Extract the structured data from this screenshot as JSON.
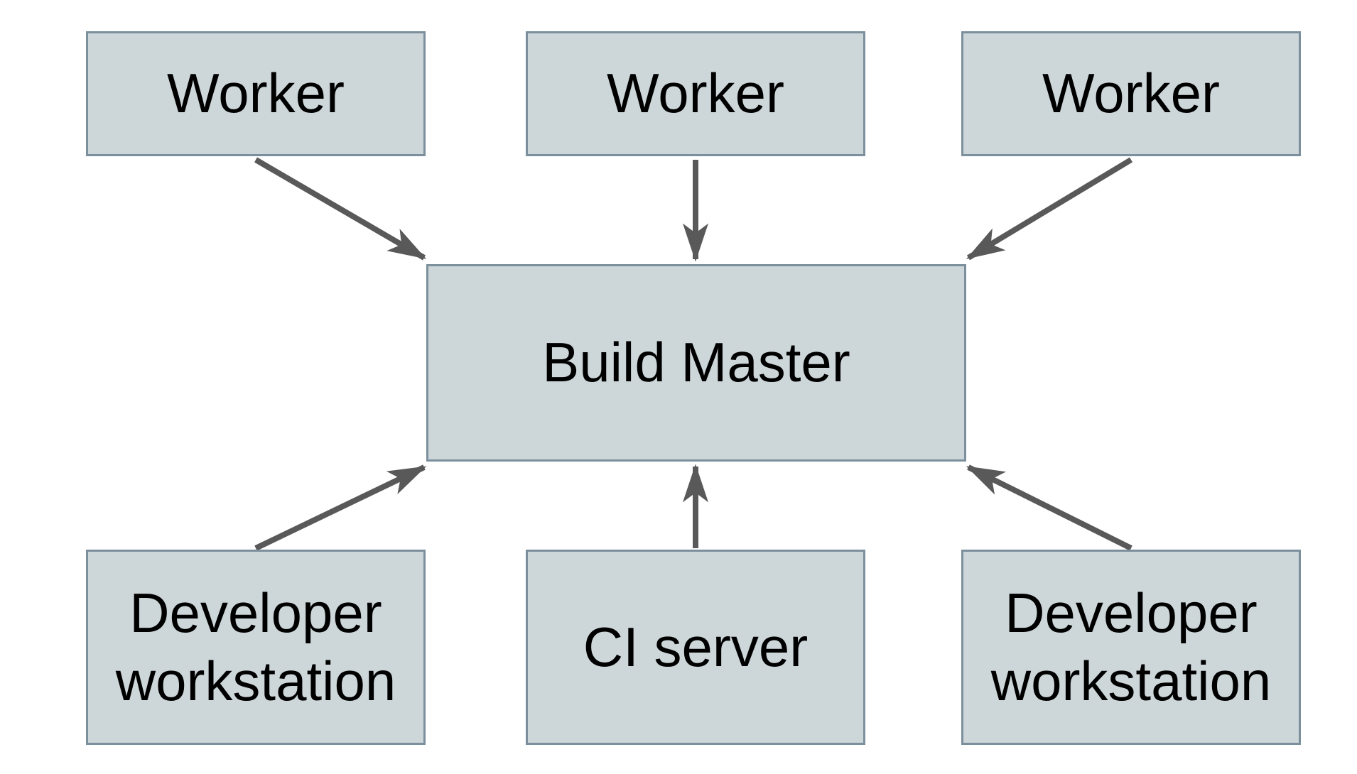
{
  "diagram": {
    "type": "architecture-diagram",
    "background": "#ffffff",
    "nodes": [
      {
        "id": "worker-1",
        "label": "Worker"
      },
      {
        "id": "worker-2",
        "label": "Worker"
      },
      {
        "id": "worker-3",
        "label": "Worker"
      },
      {
        "id": "build-master",
        "label": "Build Master"
      },
      {
        "id": "developer-workstation-1",
        "label": "Developer workstation"
      },
      {
        "id": "ci-server",
        "label": "CI server"
      },
      {
        "id": "developer-workstation-2",
        "label": "Developer workstation"
      }
    ],
    "edges": [
      {
        "from": "worker-1",
        "to": "build-master",
        "direction": "down-right"
      },
      {
        "from": "worker-2",
        "to": "build-master",
        "direction": "down"
      },
      {
        "from": "worker-3",
        "to": "build-master",
        "direction": "down-left"
      },
      {
        "from": "developer-workstation-1",
        "to": "build-master",
        "direction": "up-right"
      },
      {
        "from": "ci-server",
        "to": "build-master",
        "direction": "up"
      },
      {
        "from": "developer-workstation-2",
        "to": "build-master",
        "direction": "up-left"
      }
    ],
    "colors": {
      "node_fill": "#cdd6d9",
      "node_border": "#7b909c",
      "arrow": "#595959",
      "text": "#000000",
      "background": "#ffffff"
    }
  }
}
